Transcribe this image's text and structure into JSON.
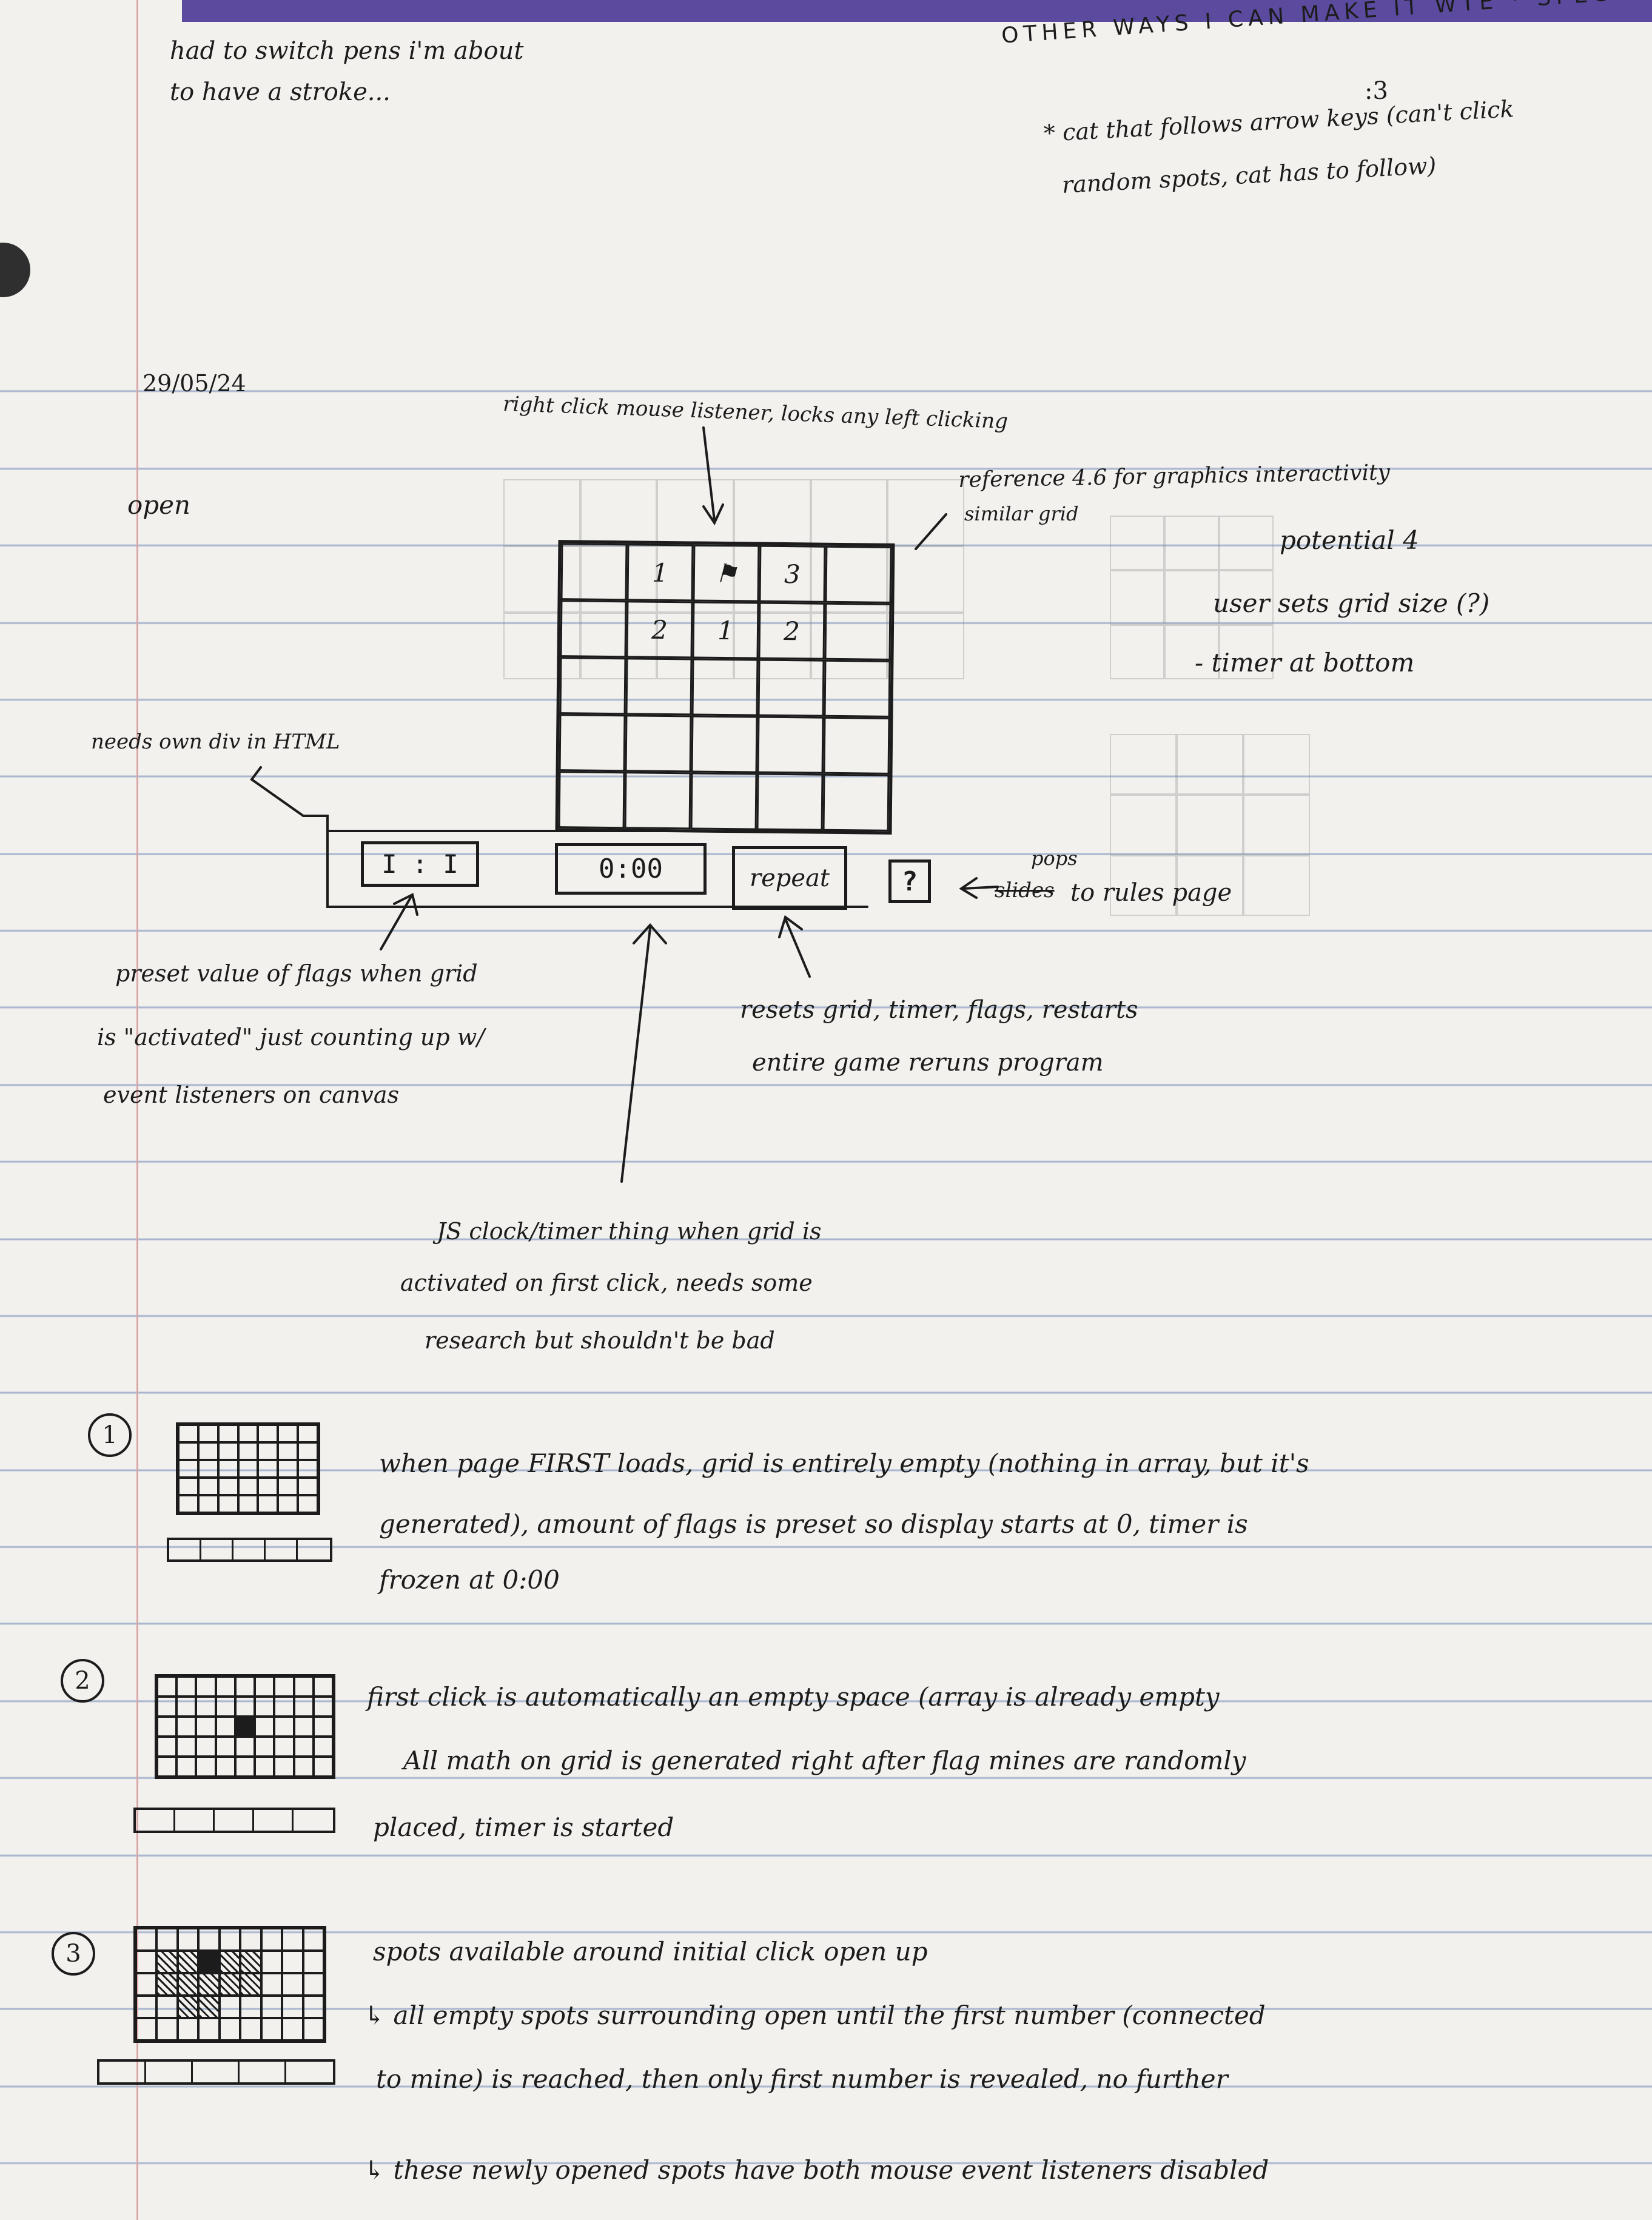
{
  "top_left_note": [
    "had to switch pens   i'm about",
    "to have a stroke..."
  ],
  "top_right": {
    "heading": "OTHER WAYS I CAN MAKE IT WTE * SPECI",
    "face": ":3",
    "idea_lines": [
      "* cat that follows arrow keys (can't click",
      "random spots, cat has to follow)"
    ]
  },
  "date": "29/05/24",
  "open_label": "open",
  "annotations": {
    "right_click": "right click mouse listener, locks any left clicking",
    "reference_line1": "reference 4.6 for graphics interactivity",
    "reference_line2": "similar grid",
    "potential_1": "potential 4",
    "potential_2": "user sets grid size (?)",
    "potential_3": "- timer at bottom",
    "needs_div": "needs own div in HTML",
    "help_line1": "pops",
    "help_line2_struck": "slides",
    "help_line2": "to rules page",
    "flags_note": [
      "preset value of flags when grid",
      "is \"activated\" just counting up w/",
      "event listeners on canvas"
    ],
    "repeat_note": [
      "resets grid, timer, flags, restarts",
      "entire game reruns program"
    ],
    "timer_note": [
      "JS clock/timer thing when grid is",
      "activated on first click, needs some",
      "research but shouldn't be bad"
    ]
  },
  "grid_cells": [
    "",
    "1",
    "⚑",
    "3",
    "",
    "",
    "2",
    "1",
    "2",
    "",
    "",
    "",
    "",
    "",
    "",
    "",
    "",
    "",
    "",
    "",
    "",
    "",
    "",
    "",
    ""
  ],
  "controls": {
    "flags": "I : I",
    "timer": "0:00",
    "repeat": "repeat",
    "help": "?"
  },
  "steps": [
    {
      "number": "1",
      "lines": [
        "when page FIRST loads, grid is entirely empty (nothing in array, but it's",
        "generated), amount of flags is preset so display starts at 0, timer is",
        "frozen at   0:00"
      ]
    },
    {
      "number": "2",
      "lines": [
        "first click is automatically an empty space (array is already empty",
        "All math on grid is generated right after flag mines are randomly",
        "placed, timer is started"
      ]
    },
    {
      "number": "3",
      "lines": [
        "spots available around initial click open up",
        "↳ all empty spots surrounding open until the first number (connected",
        "to mine) is reached, then only first number is revealed, no further",
        "↳ these newly opened spots have both mouse event listeners disabled"
      ]
    }
  ]
}
